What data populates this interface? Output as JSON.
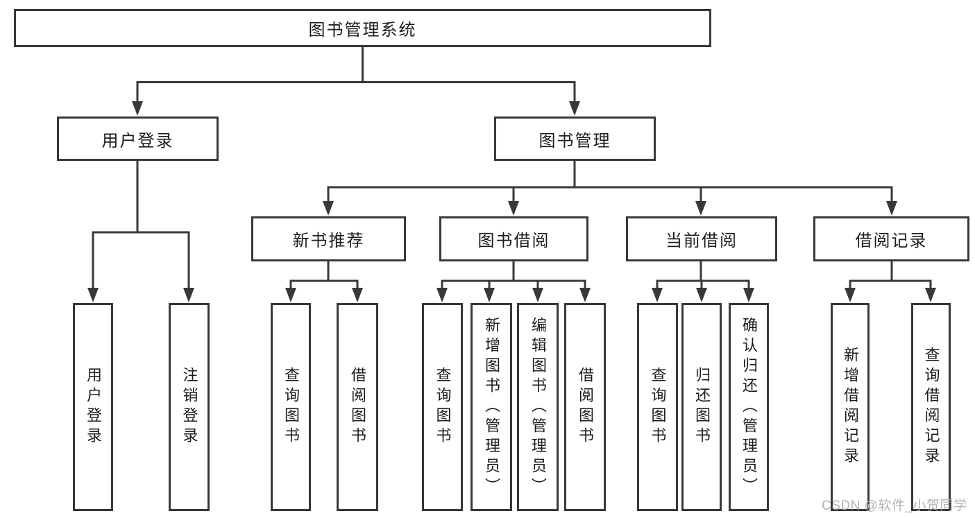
{
  "diagram": {
    "title": "图书管理系统",
    "type": "hierarchy-tree",
    "colors": {
      "line": "#383838",
      "box_border": "#383838",
      "text": "#1c1c1c",
      "background": "#ffffff",
      "watermark": "#acacac"
    },
    "nodes": {
      "root": {
        "label": "图书管理系统"
      },
      "user_login": {
        "label": "用户登录"
      },
      "book_mgmt": {
        "label": "图书管理"
      },
      "new_book_rec": {
        "label": "新书推荐"
      },
      "book_borrow": {
        "label": "图书借阅"
      },
      "current_borrow": {
        "label": "当前借阅"
      },
      "borrow_records": {
        "label": "借阅记录"
      },
      "user_login_v": {
        "label": "用户登录"
      },
      "logout_v": {
        "label": "注销登录"
      },
      "query_books_1": {
        "label": "查询图书"
      },
      "borrow_books_1": {
        "label": "借阅图书"
      },
      "query_books_2": {
        "label": "查询图书"
      },
      "add_books": {
        "label": "新增图书（管理员）"
      },
      "edit_books": {
        "label": "编辑图书（管理员）"
      },
      "borrow_books_2": {
        "label": "借阅图书"
      },
      "query_books_3": {
        "label": "查询图书"
      },
      "return_books": {
        "label": "归还图书"
      },
      "confirm_return": {
        "label": "确认归还（管理员）"
      },
      "add_borrow_record": {
        "label": "新增借阅记录"
      },
      "query_borrow_record": {
        "label": "查询借阅记录"
      }
    },
    "hierarchy": [
      {
        "parent": "图书管理系统",
        "children": [
          "用户登录",
          "图书管理"
        ]
      },
      {
        "parent": "用户登录",
        "children": [
          "用户登录",
          "注销登录"
        ]
      },
      {
        "parent": "图书管理",
        "children": [
          "新书推荐",
          "图书借阅",
          "当前借阅",
          "借阅记录"
        ]
      },
      {
        "parent": "新书推荐",
        "children": [
          "查询图书",
          "借阅图书"
        ]
      },
      {
        "parent": "图书借阅",
        "children": [
          "查询图书",
          "新增图书（管理员）",
          "编辑图书（管理员）",
          "借阅图书"
        ]
      },
      {
        "parent": "当前借阅",
        "children": [
          "查询图书",
          "归还图书",
          "确认归还（管理员）"
        ]
      },
      {
        "parent": "借阅记录",
        "children": [
          "新增借阅记录",
          "查询借阅记录"
        ]
      }
    ]
  },
  "watermark": {
    "text": "CSDN @软件_小贺同学"
  }
}
